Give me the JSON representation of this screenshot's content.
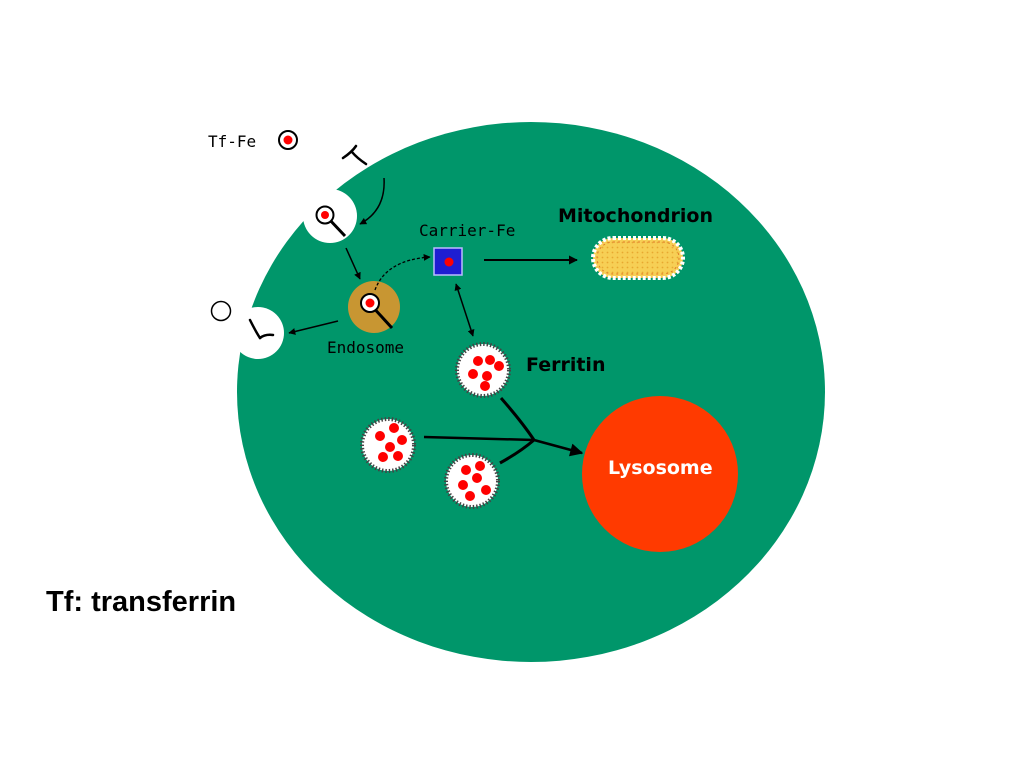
{
  "labels": {
    "tf_fe": "Tf-Fe",
    "carrier_fe": "Carrier-Fe",
    "mitochondrion": "Mitochondrion",
    "endosome": "Endosome",
    "ferritin": "Ferritin",
    "lysosome": "Lysosome"
  },
  "caption": "Tf: transferrin",
  "colors": {
    "cell": "#00966a",
    "iron": "#ff0000",
    "endosome": "#c89632",
    "carrier_box": "#1e1ed2",
    "lysosome": "#ff3a00",
    "mitochondrion_fill": "#f5c84a",
    "ferritin_shell": "#ffffff"
  }
}
